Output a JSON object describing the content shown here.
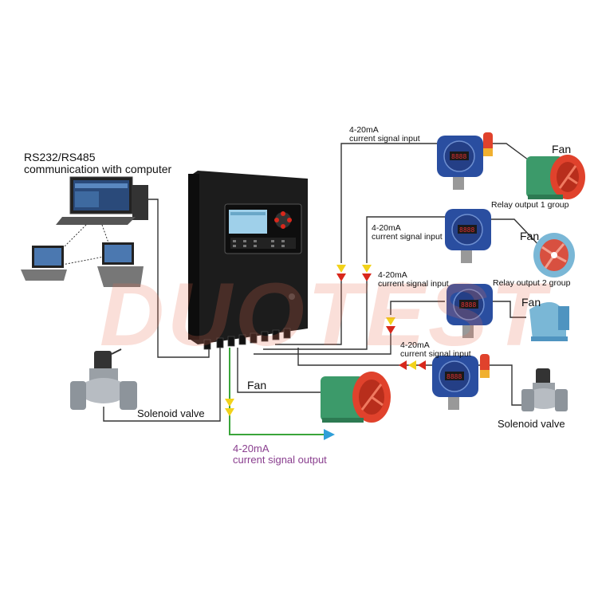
{
  "watermark": "DUOTEST",
  "labels": {
    "rs232": "RS232/RS485",
    "communication": "communication with computer",
    "signal_input": "4-20mA",
    "signal_input_sub": "current signal input",
    "relay1": "Relay output 1 group",
    "relay2": "Relay output 2 group",
    "fan": "Fan",
    "solenoid": "Solenoid valve",
    "output": "4-20mA",
    "output_sub": "current signal output"
  },
  "colors": {
    "wire": "#333333",
    "green_wire": "#3aa53a",
    "arrow_blue": "#2f9fd8",
    "detector_blue": "#2a4ea0",
    "cabinet": "#1c1c1c",
    "screen": "#9fd0ea",
    "fan_red": "#e0422c",
    "fan_green": "#3c9a6a",
    "fan_blue": "#7ab7d6",
    "triangle_yellow": "#f2d21a",
    "triangle_red": "#d8281c",
    "label_purple": "#8a3f8f"
  }
}
